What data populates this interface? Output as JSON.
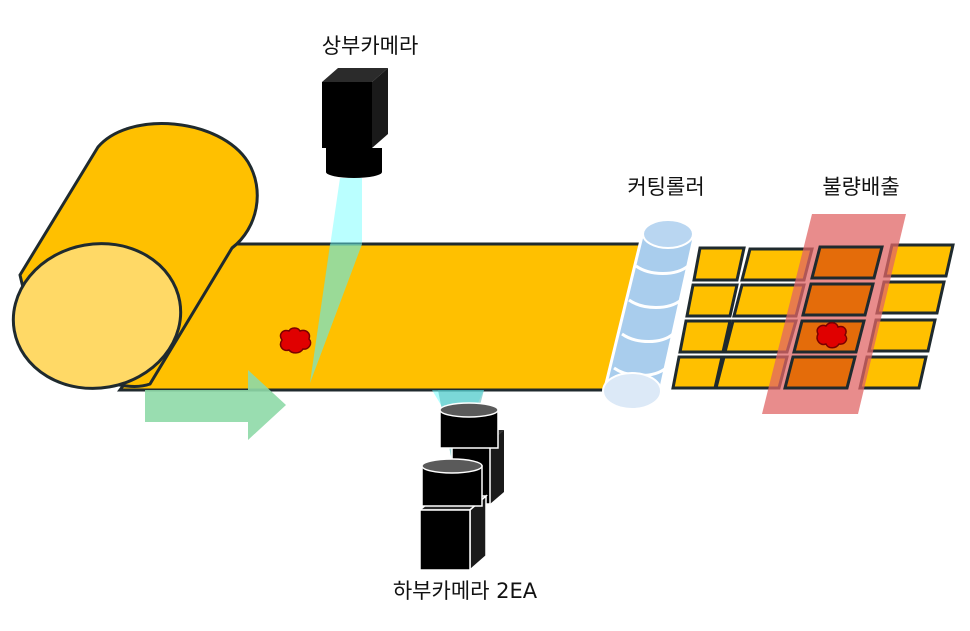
{
  "labels": {
    "top_camera": "상부카메라",
    "cutting_roller": "커팅롤러",
    "defect_discharge": "불량배출",
    "bottom_camera": "하부카메라 2EA"
  },
  "colors": {
    "strip": "#FFC000",
    "roll_face": "#FFD966",
    "outline": "#1F2A2E",
    "camera": "#000000",
    "camera_top": "#2B2B2B",
    "beam": "#66FFFF",
    "arrow": "#8ED9A7",
    "roller": "#A9CDED",
    "reject_zone": "#E06666",
    "reject_cell": "#E46C0A",
    "defect": "#E00000"
  }
}
